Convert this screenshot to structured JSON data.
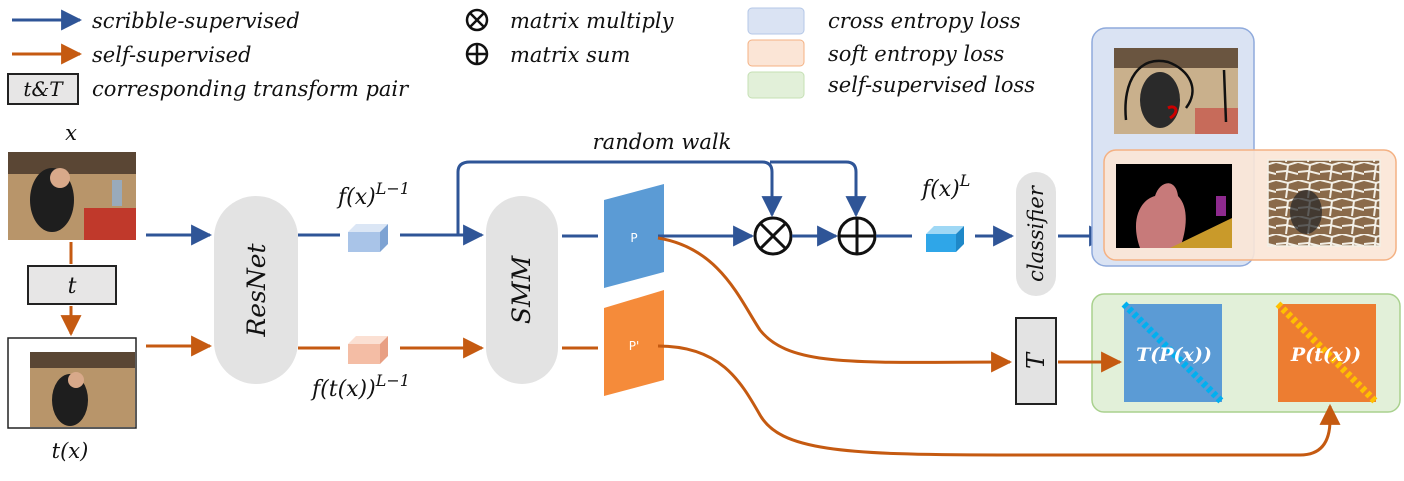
{
  "legend": {
    "scribble": "scribble-supervised",
    "self": "self-supervised",
    "pair_box": "t&T",
    "pair": "corresponding transform pair",
    "mult": "matrix multiply",
    "sum": "matrix sum",
    "ce": "cross entropy loss",
    "se": "soft entropy loss",
    "ssl": "self-supervised loss"
  },
  "labels": {
    "x": "x",
    "t": "t",
    "tx": "t(x)",
    "resnet": "ResNet",
    "fx_base": "f(x)",
    "fx_sup": "L−1",
    "ftx_base": "f(t(x))",
    "ftx_sup": "L−1",
    "random_walk": "random walk",
    "smm": "SMM",
    "p": "P",
    "pp": "P'",
    "fxl_base": "f(x)",
    "fxl_sup": "L",
    "classifier": "classifier",
    "T": "T",
    "tpx": "T(P(x))",
    "ptx": "P(t(x))"
  },
  "colors": {
    "blue": "#2f5597",
    "orange": "#c55a11",
    "ce_fill": "#dae3f3",
    "se_fill": "#fbe5d6",
    "ssl_fill": "#e2f0d9"
  }
}
